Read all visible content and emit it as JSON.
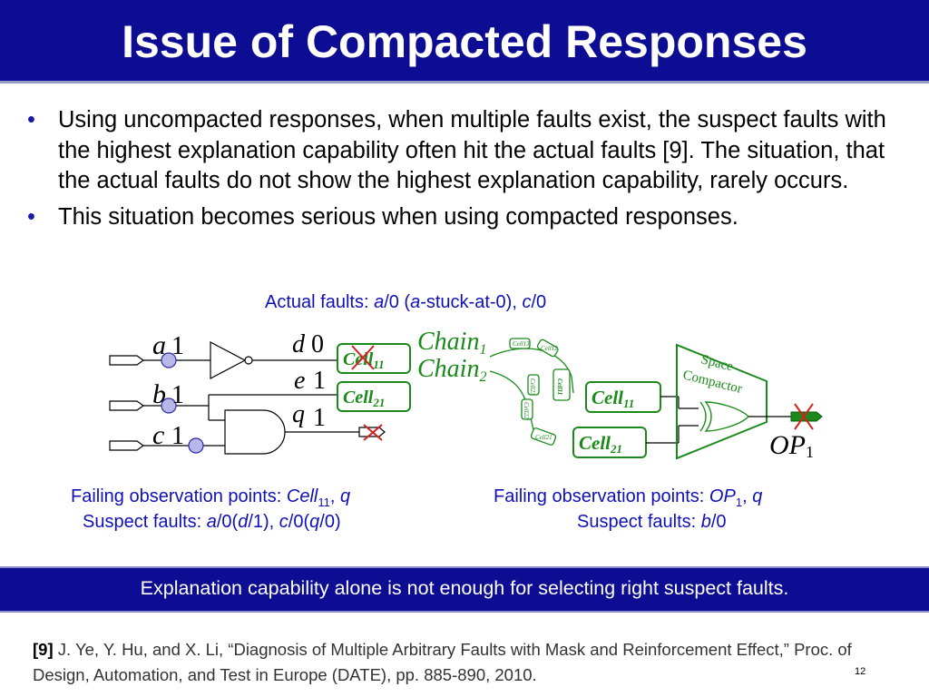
{
  "title": "Issue of Compacted Responses",
  "bullets": [
    "Using uncompacted responses, when multiple faults exist, the suspect faults with the highest explanation capability often hit the actual faults [9]. The situation, that the actual faults do not show the highest explanation capability, rarely occurs.",
    "This situation becomes serious when using compacted responses."
  ],
  "bullet_symbol": "•",
  "actual_faults": {
    "prefix": "Actual faults: ",
    "a": "a",
    "slash0": "/0 (",
    "a2": "a",
    "mid": "-stuck-at-0), ",
    "c": "c",
    "end": "/0"
  },
  "circuit": {
    "inputs": [
      "a",
      "b",
      "c"
    ],
    "input_values": [
      "1",
      "1",
      "1"
    ],
    "nets": [
      "d",
      "e",
      "q"
    ],
    "net_values": [
      "0",
      "1",
      "1"
    ],
    "cell_base": "Cell",
    "cell11_sub": "11",
    "cell21_sub": "21",
    "cell12_sub": "12",
    "cell22_sub": "22",
    "cell13_sub": "13",
    "cell23_sub": "23",
    "chain_base": "Chain",
    "chain1_sub": "1",
    "chain2_sub": "2",
    "compactor_line1": "Space",
    "compactor_line2": "Compactor",
    "op_base": "OP",
    "op_sub": "1"
  },
  "left_caption": {
    "line1_prefix": "Failing observation points: ",
    "line1_cell": "Cell",
    "line1_sub": "11",
    "line1_sep": ", ",
    "line1_q": "q",
    "line2_prefix": "Suspect faults: ",
    "line2_a": "a",
    "line2_p1": "/0(",
    "line2_d": "d",
    "line2_p2": "/1), ",
    "line2_c": "c",
    "line2_p3": "/0(",
    "line2_q": "q",
    "line2_p4": "/0)"
  },
  "right_caption": {
    "line1_prefix": "Failing observation points: ",
    "line1_op": "OP",
    "line1_sub": "1",
    "line1_sep": ", ",
    "line1_q": "q",
    "line2_prefix": "Suspect faults: ",
    "line2_b": "b",
    "line2_end": "/0"
  },
  "banner": "Explanation capability alone is not enough for selecting right suspect faults.",
  "reference": {
    "tag": "[9]",
    "text": " J. Ye, Y. Hu, and X. Li, “Diagnosis of Multiple Arbitrary Faults with Mask and Reinforcement Effect,” Proc. of Design, Automation, and Test in Europe (DATE), pp. 885-890, 2010."
  },
  "page_number": "12",
  "colors": {
    "navy": "#0d0d93",
    "green": "#1a8a1a",
    "red": "#d42020",
    "caption_blue": "#1010b8"
  }
}
